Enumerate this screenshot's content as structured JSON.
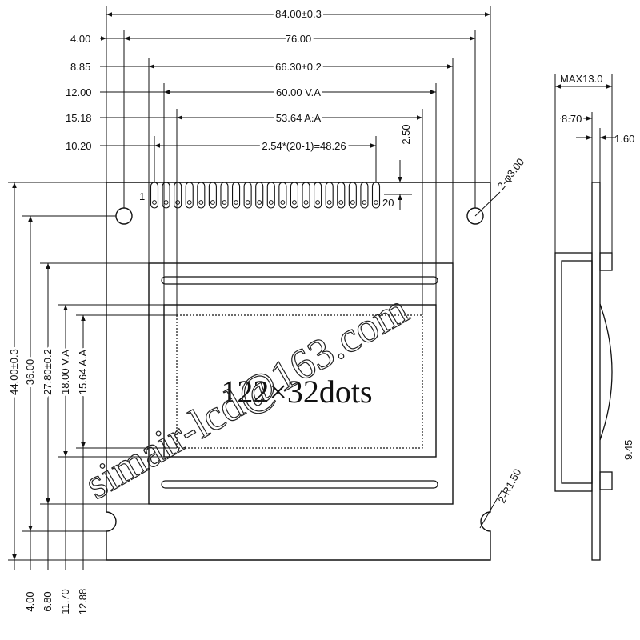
{
  "top_dims": {
    "overall_width": "84.00±0.3",
    "hole_pitch": "76.00",
    "bezel_width": "66.30±0.2",
    "view_area_width": "60.00 V.A",
    "active_area_width": "53.64 A.A",
    "pin_span": "2.54*(20-1)=48.26",
    "pin_offset": "2.50"
  },
  "left_offsets": {
    "hole_offset": "4.00",
    "bezel_offset": "8.85",
    "view_offset": "12.00",
    "active_offset": "15.18",
    "pin_start_offset": "10.20"
  },
  "vertical_dims": {
    "overall_height": "44.00±0.3",
    "hole_height": "36.00",
    "bezel_height": "27.80±0.2",
    "view_area_height": "18.00 V.A",
    "active_area_height": "15.64 A.A"
  },
  "bottom_offsets": {
    "hole_bottom": "4.00",
    "bezel_bottom": "6.80",
    "view_bottom": "11.70",
    "active_bottom": "12.88"
  },
  "side_dims": {
    "max_thickness": "MAX13.0",
    "body_thickness": "8.70",
    "pcb_thickness": "1.60",
    "partial_label": "9.45"
  },
  "callouts": {
    "holes": "2-φ3.00",
    "radius": "2-R1.50"
  },
  "pins": {
    "first": "1",
    "last": "20",
    "count": 20
  },
  "display": {
    "resolution_label": "122×32dots"
  },
  "watermark": "simair-lcd@163.com"
}
